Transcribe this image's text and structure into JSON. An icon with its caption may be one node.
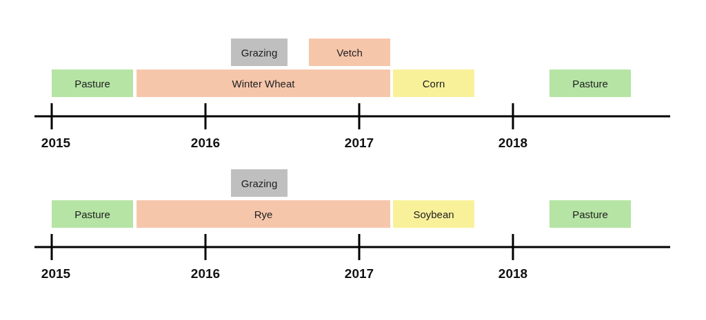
{
  "diagram": {
    "nodes": [
      {
        "text": [
          "Grazing"
        ]
      },
      {
        "text": [
          "Vetch"
        ]
      },
      {
        "text": [
          "Pasture"
        ]
      },
      {
        "text": [
          "Winter Wheat"
        ]
      },
      {
        "text": [
          "Corn"
        ]
      },
      {
        "text": [
          "Pasture"
        ]
      },
      {
        "text": [
          "Grazing"
        ]
      },
      {
        "text": [
          "Pasture"
        ]
      },
      {
        "text": [
          "Rye"
        ]
      },
      {
        "text": [
          "Soybean"
        ]
      },
      {
        "text": [
          "Pasture"
        ]
      }
    ],
    "labels": [
      "2015",
      "2016",
      "2017",
      "2018",
      "2015",
      "2016",
      "2017",
      "2018"
    ]
  }
}
